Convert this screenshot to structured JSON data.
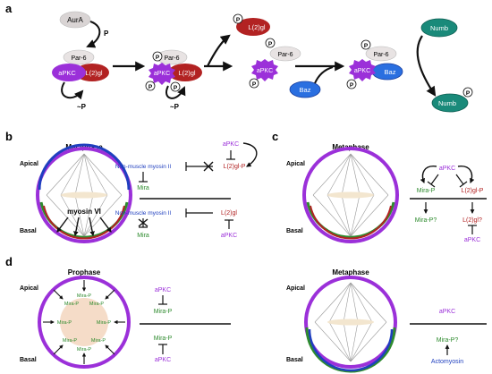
{
  "colors": {
    "purple": "#9b30d9",
    "red": "#b22222",
    "green": "#2e8b2e",
    "blue": "#1f3fbf",
    "teal": "#1a8a7a",
    "grey": "#d9d4d4",
    "peach": "#f5dcc8"
  },
  "panels": {
    "a": "a",
    "b": "b",
    "c": "c",
    "d": "d"
  },
  "a": {
    "aura": "AurA",
    "p": "P",
    "par6": "Par-6",
    "apkc": "aPKC",
    "l2gl": "L(2)gl",
    "tilde_p": "~P",
    "baz": "Baz",
    "numb": "Numb"
  },
  "b": {
    "metaphase": "Metaphase",
    "apical": "Apical",
    "basal": "Basal",
    "myosin_vi": "myosin VI",
    "apkc": "aPKC",
    "l2gl_p": "L(2)gl-P",
    "l2gl": "L(2)gl",
    "nm_myosin": "Non-muscle myosin II",
    "mira": "Mira"
  },
  "c": {
    "metaphase": "Metaphase",
    "apical": "Apical",
    "basal": "Basal",
    "apkc": "aPKC",
    "mira_p": "Mira-P",
    "l2gl_p": "L(2)gl-P",
    "mira_pq": "Mira-P?",
    "l2gl_q": "L(2)gl?"
  },
  "d": {
    "prophase": "Prophase",
    "metaphase": "Metaphase",
    "apical": "Apical",
    "basal": "Basal",
    "mira_p": "Mira-P",
    "apkc": "aPKC",
    "mira_pq": "Mira-P?",
    "actomyosin": "Actomyosin"
  }
}
